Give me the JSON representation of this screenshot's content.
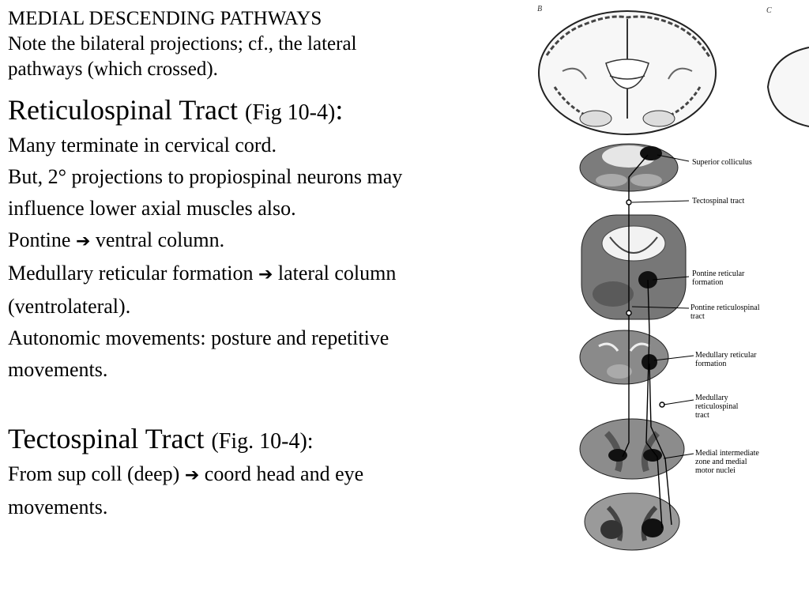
{
  "slide": {
    "title": "MEDIAL DESCENDING PATHWAYS",
    "note_line1": "Note the bilateral projections; cf., the lateral",
    "note_line2": "pathways (which crossed).",
    "reticulospinal": {
      "heading": "Reticulospinal Tract",
      "fig_ref": "(Fig 10-4)",
      "colon": ":",
      "lines": [
        "Many terminate in cervical cord.",
        "But, 2°   projections to propiospinal neurons may",
        "influence lower axial muscles also."
      ],
      "pontine_prefix": "Pontine",
      "pontine_suffix": "ventral column.",
      "medullary_prefix": "Medullary reticular formation",
      "medullary_suffix": "lateral column",
      "lines2": [
        "(ventrolateral).",
        "Autonomic movements: posture and repetitive",
        "movements."
      ]
    },
    "tectospinal": {
      "heading": "Tectospinal Tract",
      "fig_ref": "(Fig. 10-4):",
      "prefix": "From sup coll (deep)",
      "suffix": "coord head and eye",
      "line2": "movements."
    },
    "arrow_glyph": "➔"
  },
  "figure": {
    "panel_b": "B",
    "panel_c": "C",
    "labels": {
      "superior_colliculus": "Superior colliculus",
      "tectospinal_tract": "Tectospinal tract",
      "pontine_rf_1": "Pontine reticular",
      "pontine_rf_2": "formation",
      "pontine_rst_1": "Pontine reticulospinal",
      "pontine_rst_2": "tract",
      "medullary_rf_1": "Medullary reticular",
      "medullary_rf_2": "formation",
      "medullary_rst_1": "Medullary",
      "medullary_rst_2": "reticulospinal",
      "medullary_rst_3": "tract",
      "medial_iz_1": "Medial intermediate",
      "medial_iz_2": "zone and medial",
      "medial_iz_3": "motor nuclei"
    }
  }
}
